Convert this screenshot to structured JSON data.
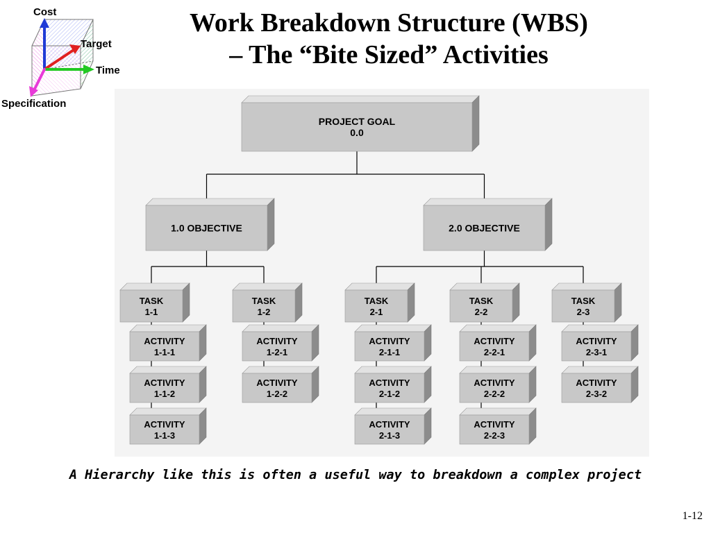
{
  "logo": {
    "labels": {
      "cost": "Cost",
      "target": "Target",
      "time": "Time",
      "specification": "Specification"
    },
    "colors": {
      "cost_axis": "#1f3ad6",
      "target_axis": "#e02020",
      "time_axis": "#22c922",
      "spec_axis": "#e83ad8"
    }
  },
  "title": {
    "line1": "Work Breakdown Structure (WBS)",
    "line2": "– The “Bite Sized” Activities"
  },
  "wbs": {
    "goal": {
      "line1": "PROJECT  GOAL",
      "line2": "0.0"
    },
    "objectives": [
      {
        "label": "1.0 OBJECTIVE"
      },
      {
        "label": "2.0 OBJECTIVE"
      }
    ],
    "tasks": [
      {
        "line1": "TASK",
        "line2": "1-1",
        "activities": [
          {
            "line1": "ACTIVITY",
            "line2": "1-1-1"
          },
          {
            "line1": "ACTIVITY",
            "line2": "1-1-2"
          },
          {
            "line1": "ACTIVITY",
            "line2": "1-1-3"
          }
        ]
      },
      {
        "line1": "TASK",
        "line2": "1-2",
        "activities": [
          {
            "line1": "ACTIVITY",
            "line2": "1-2-1"
          },
          {
            "line1": "ACTIVITY",
            "line2": "1-2-2"
          }
        ]
      },
      {
        "line1": "TASK",
        "line2": "2-1",
        "activities": [
          {
            "line1": "ACTIVITY",
            "line2": "2-1-1"
          },
          {
            "line1": "ACTIVITY",
            "line2": "2-1-2"
          },
          {
            "line1": "ACTIVITY",
            "line2": "2-1-3"
          }
        ]
      },
      {
        "line1": "TASK",
        "line2": "2-2",
        "activities": [
          {
            "line1": "ACTIVITY",
            "line2": "2-2-1"
          },
          {
            "line1": "ACTIVITY",
            "line2": "2-2-2"
          },
          {
            "line1": "ACTIVITY",
            "line2": "2-2-3"
          }
        ]
      },
      {
        "line1": "TASK",
        "line2": "2-3",
        "activities": [
          {
            "line1": "ACTIVITY",
            "line2": "2-3-1"
          },
          {
            "line1": "ACTIVITY",
            "line2": "2-3-2"
          }
        ]
      }
    ]
  },
  "caption": "A Hierarchy like this is often a useful way to breakdown a complex project",
  "page_number": "1-12"
}
